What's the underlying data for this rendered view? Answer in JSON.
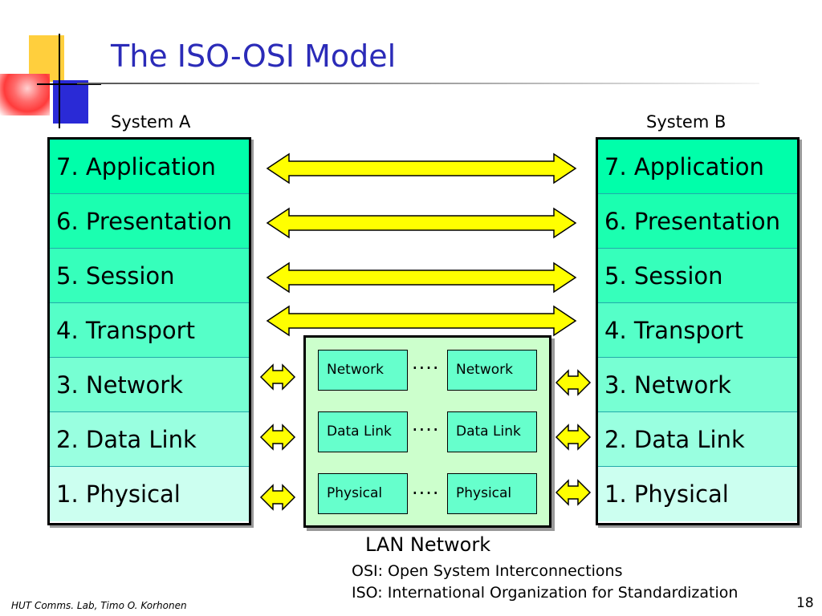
{
  "slide": {
    "title": "The ISO-OSI Model",
    "footer": "HUT Comms. Lab, Timo O. Korhonen",
    "page_number": "18"
  },
  "system_a": {
    "label": "System A",
    "layers": [
      "7. Application",
      "6. Presentation",
      "5. Session",
      "4. Transport",
      "3. Network",
      "2. Data Link",
      "1. Physical"
    ]
  },
  "system_b": {
    "label": "System B",
    "layers": [
      "7. Application",
      "6. Presentation",
      "5. Session",
      "4. Transport",
      "3. Network",
      "2. Data Link",
      "1. Physical"
    ]
  },
  "lan": {
    "label": "LAN Network",
    "rows": [
      {
        "left": "Network",
        "right": "Network",
        "dots": "...."
      },
      {
        "left": "Data Link",
        "right": "Data Link",
        "dots": "...."
      },
      {
        "left": "Physical",
        "right": "Physical",
        "dots": "...."
      }
    ]
  },
  "notes": {
    "osi": "OSI: Open System Interconnections",
    "iso": "ISO: International Organization for Standardization"
  },
  "colors": {
    "title": "#2b2bb8",
    "arrow_fill": "#ffff00",
    "lan_fill": "#ccffcc",
    "inner_box_fill": "#66ffcc",
    "layer_fills": [
      "#00ffaa",
      "#1bffb0",
      "#36ffbb",
      "#55ffc8",
      "#77ffd3",
      "#99ffe0",
      "#ccfff0"
    ]
  }
}
